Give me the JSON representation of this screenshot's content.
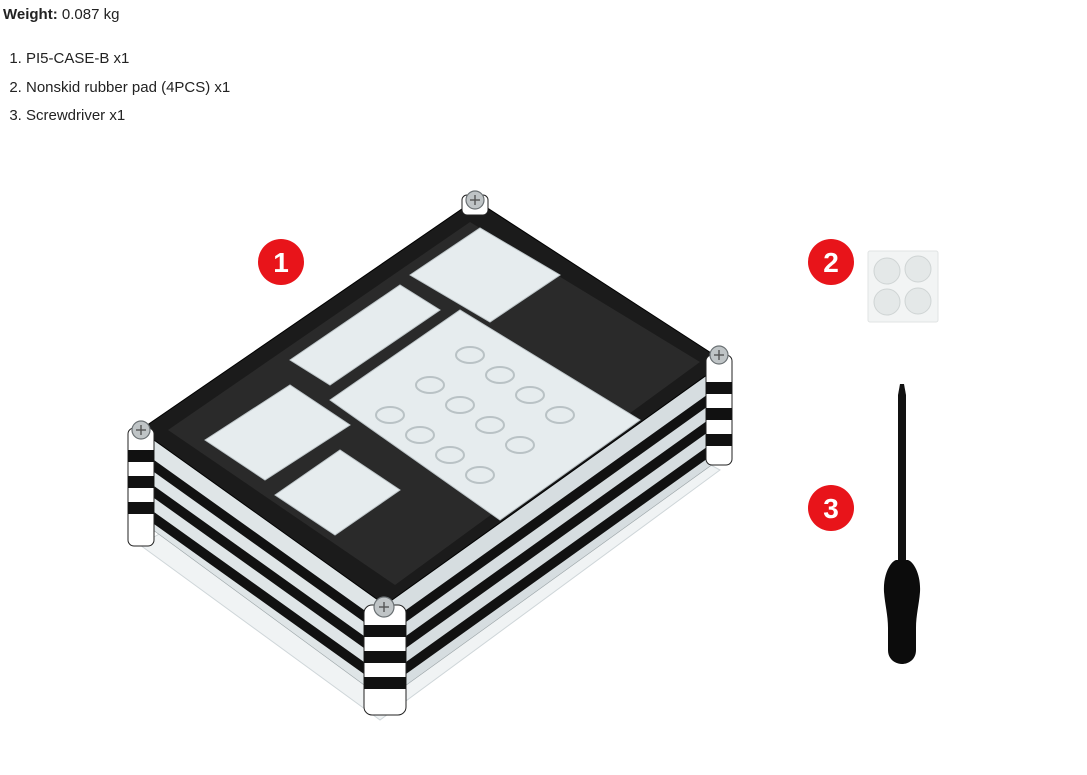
{
  "weight": {
    "label": "Weight:",
    "value": "0.087 kg"
  },
  "package": [
    {
      "num": "1.",
      "text": "PI5-CASE-B x1"
    },
    {
      "num": "2.",
      "text": "Nonskid rubber pad (4PCS) x1"
    },
    {
      "num": "3.",
      "text": "Screwdriver x1"
    }
  ],
  "badges": [
    "1",
    "2",
    "3"
  ],
  "colors": {
    "badge": "#e8141a",
    "acrylic_black": "#111111",
    "acrylic_clear": "#e9eef0"
  }
}
